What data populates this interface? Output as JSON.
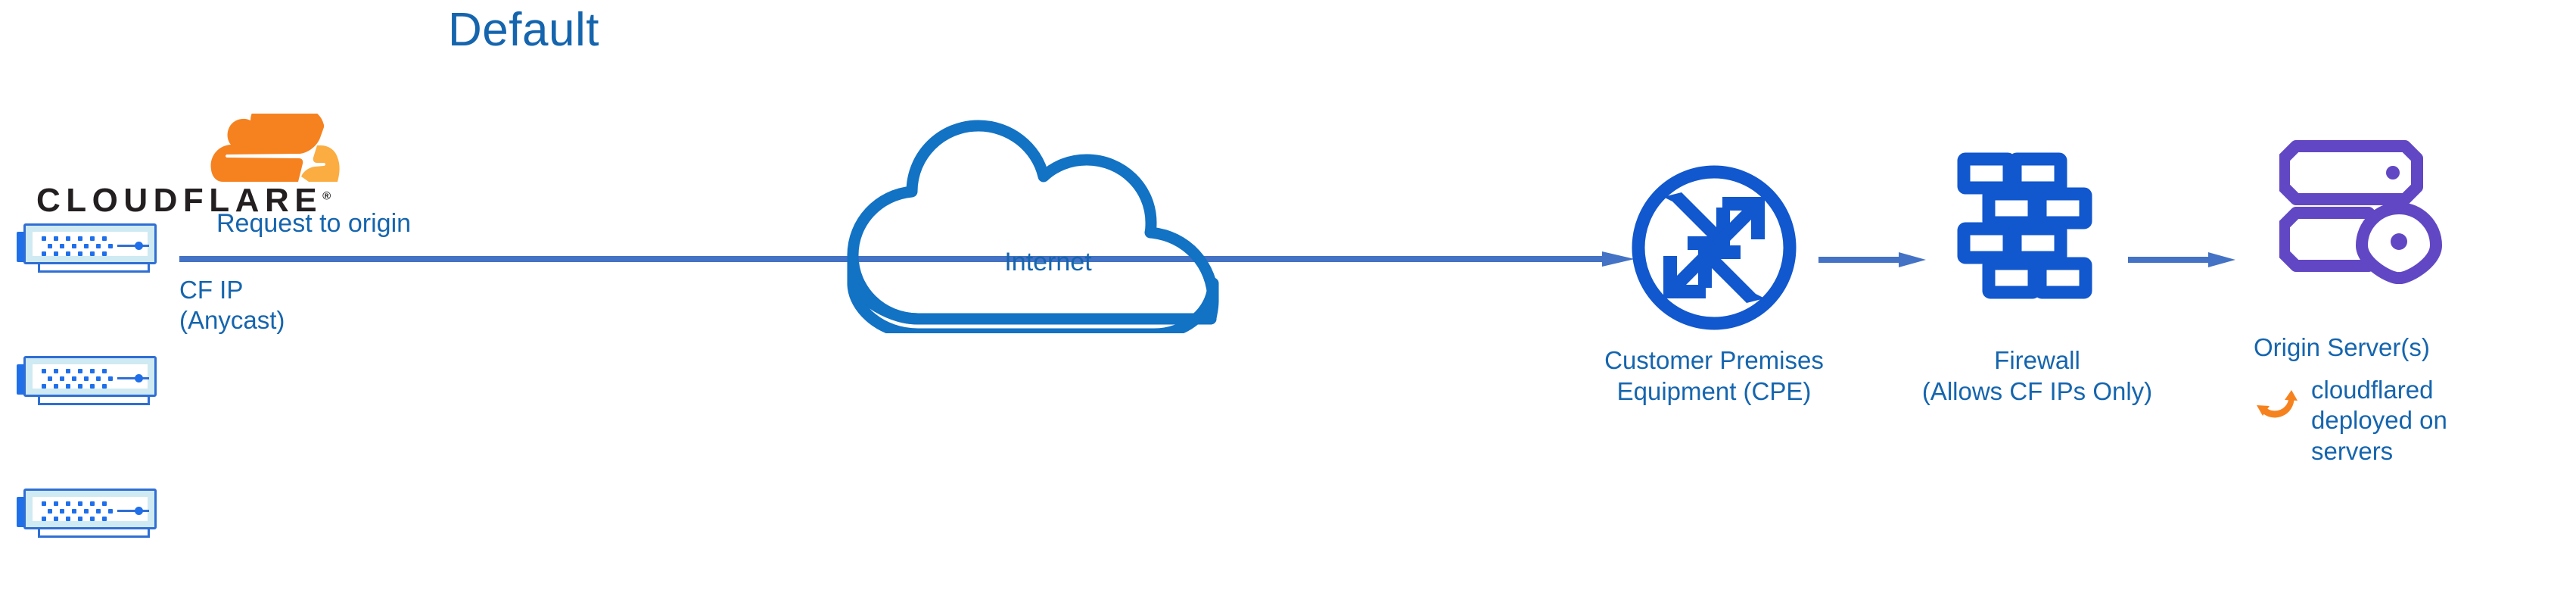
{
  "title": "Default",
  "brand": {
    "wordmark": "CLOUDFLARE",
    "registered_mark": "®",
    "cloud_icon_name": "cloudflare-cloud-icon",
    "colors": {
      "orange_dark": "#F6821F",
      "orange_light": "#FBAD41",
      "wordmark_black": "#231F20"
    }
  },
  "colors": {
    "label_blue": "#1565AE",
    "icon_blue": "#1157CE",
    "arrow_blue": "#4472C4",
    "server_purple": "#6247C4",
    "rack_border": "#2F6FD4",
    "rack_inner": "#CFEAF2",
    "accent_orange": "#F6821F"
  },
  "edge_label": {
    "above_line": "Request to origin",
    "below_line_line1": "CF IP",
    "below_line_line2": "(Anycast)"
  },
  "nodes": {
    "rack_servers": {
      "name": "cloudflare-edge-servers",
      "count": 3
    },
    "internet": {
      "label": "Internet",
      "icon": "cloud-outline-icon"
    },
    "cpe": {
      "label_line1": "Customer Premises",
      "label_line2": "Equipment (CPE)",
      "icon": "router-icon"
    },
    "firewall": {
      "label_line1": "Firewall",
      "label_line2": "(Allows CF IPs Only)",
      "icon": "brick-wall-icon"
    },
    "origin": {
      "label": "Origin Server(s)",
      "icon": "server-location-pin-icon",
      "note_line1": "cloudflared",
      "note_line2": "deployed on",
      "note_line3": "servers",
      "note_icon": "sync-arrows-icon"
    }
  },
  "flow": [
    {
      "from": "cloudflare-edge-servers",
      "to": "internet"
    },
    {
      "from": "internet",
      "to": "cpe"
    },
    {
      "from": "cpe",
      "to": "firewall"
    },
    {
      "from": "firewall",
      "to": "origin"
    }
  ]
}
